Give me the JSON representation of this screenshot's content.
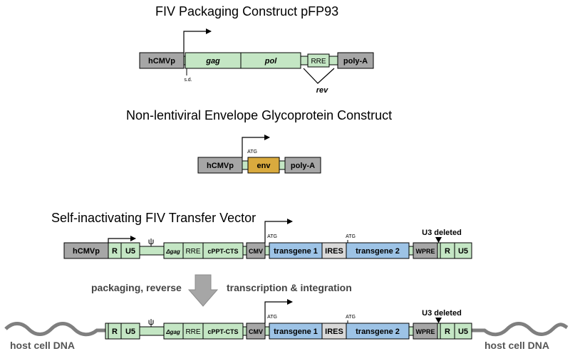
{
  "packaging": {
    "title": "FIV Packaging Construct pFP93",
    "hcmvp": "hCMVp",
    "gag": "gag",
    "pol": "pol",
    "rre": "RRE",
    "polya": "poly-A",
    "sd": "s.d.",
    "rev": "rev"
  },
  "envelope": {
    "title": "Non-lentiviral Envelope Glycoprotein Construct",
    "hcmvp": "hCMVp",
    "env": "env",
    "polya": "poly-A",
    "atg": "ATG"
  },
  "transfer": {
    "title": "Self-inactivating FIV Transfer Vector",
    "hcmvp": "hCMVp",
    "r": "R",
    "u5": "U5",
    "psi": "ψ",
    "dgag": "Δgag",
    "rre": "RRE",
    "cppt": "cPPT-CTS",
    "cmv": "CMV",
    "transgene1": "transgene 1",
    "ires": "IRES",
    "transgene2": "transgene 2",
    "wpre": "WPRE",
    "r2": "R",
    "u5b": "U5",
    "atg1": "ATG",
    "atg2": "ATG",
    "u3": "U3 deleted"
  },
  "process": {
    "label_left": "packaging, reverse",
    "label_right": "transcription & integration"
  },
  "integrated": {
    "r": "R",
    "u5": "U5",
    "psi": "ψ",
    "dgag": "Δgag",
    "rre": "RRE",
    "cppt": "cPPT-CTS",
    "cmv": "CMV",
    "transgene1": "transgene 1",
    "ires": "IRES",
    "transgene2": "transgene 2",
    "wpre": "WPRE",
    "r2": "R",
    "u5b": "U5",
    "atg1": "ATG",
    "atg2": "ATG",
    "u3": "U3 deleted",
    "host_left": "host cell DNA",
    "host_right": "host cell DNA"
  },
  "colors": {
    "grey_box": "#a6a6a6",
    "green_box": "#c4e6c4",
    "env_box": "#d9aa3e",
    "blue_box": "#9dc3e6",
    "dna_line": "#7f7f7f",
    "arrow_fill": "#a6a6a6"
  }
}
